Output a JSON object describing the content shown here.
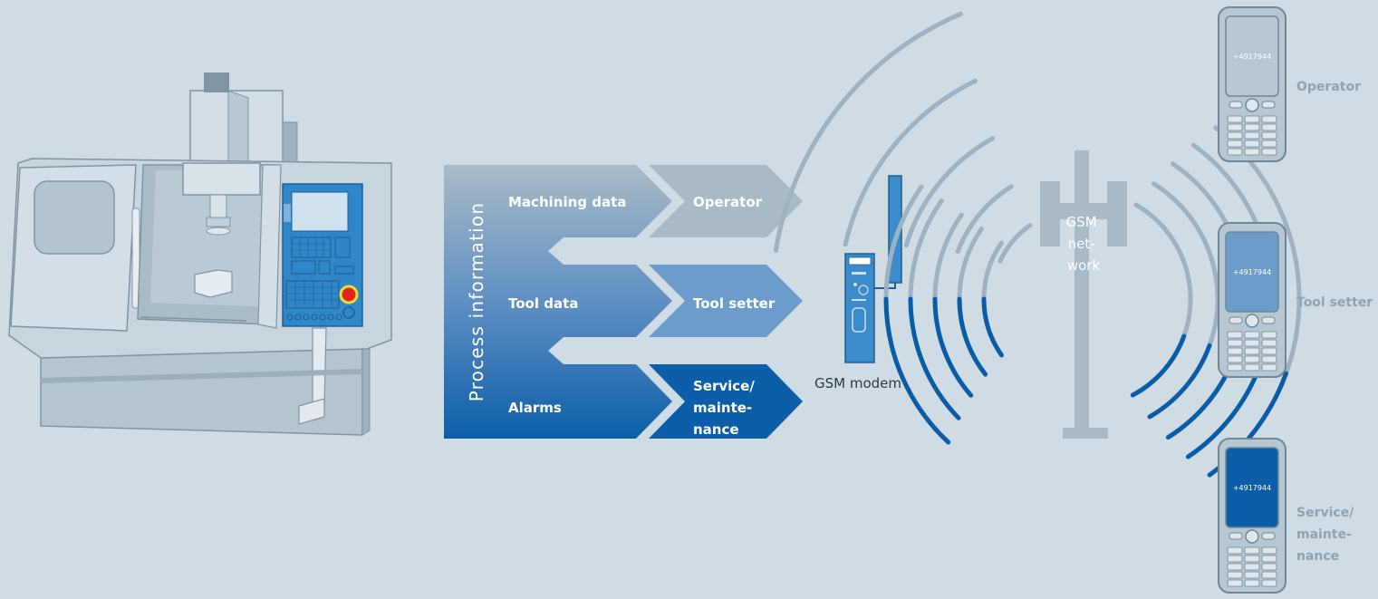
{
  "process": {
    "heading": "Process information",
    "rows": [
      {
        "source": "Machining data",
        "target_lines": [
          "Operator"
        ]
      },
      {
        "source": "Tool data",
        "target_lines": [
          "Tool setter"
        ]
      },
      {
        "source": "Alarms",
        "target_lines": [
          "Service/",
          "mainte-",
          "nance"
        ]
      }
    ]
  },
  "modem": {
    "label": "GSM modem"
  },
  "network": {
    "label_lines": [
      "GSM",
      "net-",
      "work"
    ]
  },
  "phones": [
    {
      "number": "+4917944",
      "label_lines": [
        "Operator"
      ]
    },
    {
      "number": "+4917944",
      "label_lines": [
        "Tool setter"
      ]
    },
    {
      "number": "+4917944",
      "label_lines": [
        "Service/",
        "mainte-",
        "nance"
      ]
    }
  ],
  "colors": {
    "background": "#cfdce4",
    "machine_body": "#c6d4dd",
    "machine_shade": "#abbdc9",
    "machine_outline": "#7f95a3",
    "control_panel": "#2f86c8",
    "row1": "#a7bac6",
    "row2": "#6b9ccb",
    "row3": "#0c5ea8",
    "wave_light": "#9db3c2",
    "wave_dark": "#0b5ca8",
    "phone_body": "#b7c7d2",
    "phone_outline": "#6f8797",
    "label_grey": "#8ea3b1"
  }
}
